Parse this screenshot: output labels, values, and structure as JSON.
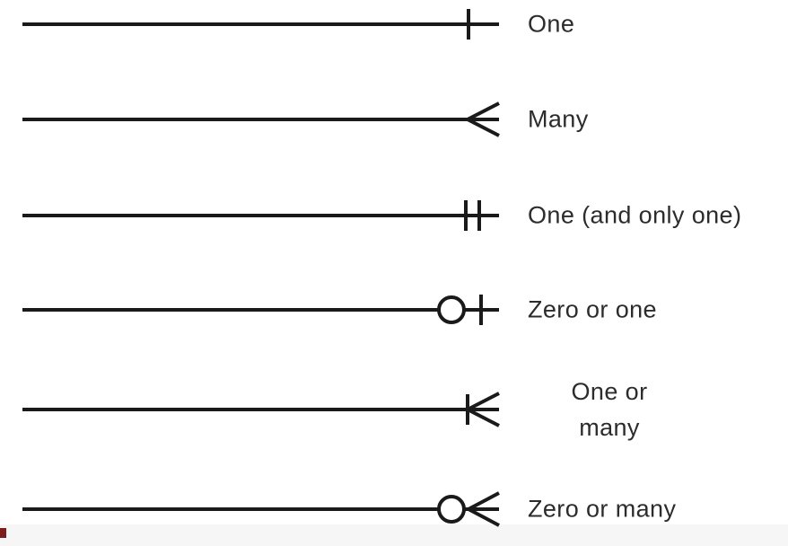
{
  "colors": {
    "background": "#ffffff",
    "line": "#1a1a1a",
    "text": "#2c2c2c",
    "footer_strip": "#f6f6f6",
    "corner_mark": "#7f1d1d"
  },
  "legend": {
    "rows": [
      {
        "id": "one",
        "label": "One",
        "symbol": "one"
      },
      {
        "id": "many",
        "label": "Many",
        "symbol": "many"
      },
      {
        "id": "one-and-only-one",
        "label": "One (and only one)",
        "symbol": "one-and-only-one"
      },
      {
        "id": "zero-or-one",
        "label": "Zero or one",
        "symbol": "zero-or-one"
      },
      {
        "id": "one-or-many",
        "label": "One or\nmany",
        "symbol": "one-or-many",
        "two_line": true
      },
      {
        "id": "zero-or-many",
        "label": "Zero or many",
        "symbol": "zero-or-many"
      }
    ]
  }
}
